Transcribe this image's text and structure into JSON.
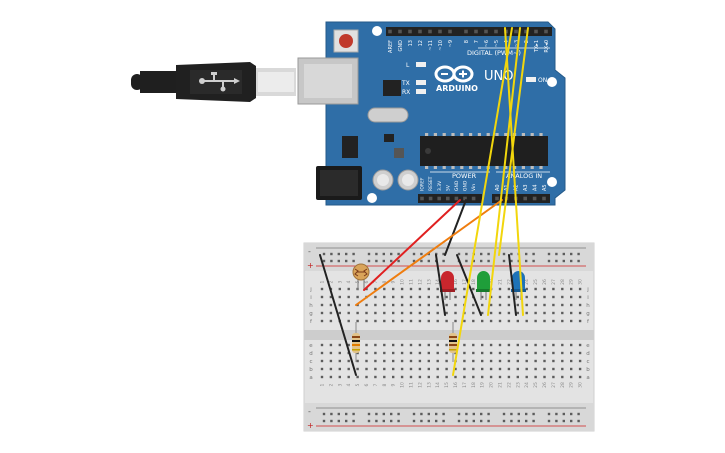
{
  "board": {
    "brand": "ARDUINO",
    "model": "UNO",
    "digital_label": "DIGITAL (PWM~)",
    "power_label": "POWER",
    "analog_label": "ANALOG IN",
    "on_label": "ON",
    "l_label": "L",
    "tx_label": "TX",
    "rx_label": "RX",
    "digital_pins": [
      "AREF",
      "GND",
      "13",
      "12",
      "~11",
      "~10",
      "~9",
      "8",
      "7",
      "~6",
      "~5",
      "4",
      "~3",
      "2",
      "TX▸1",
      "RX◂0"
    ],
    "power_pins": [
      "IOREF",
      "RESET",
      "3.3V",
      "5V",
      "GND",
      "GND",
      "Vin"
    ],
    "analog_pins": [
      "A0",
      "A1",
      "A2",
      "A3",
      "A4",
      "A5"
    ]
  },
  "breadboard": {
    "row_letters_top": [
      "j",
      "i",
      "h",
      "g",
      "f"
    ],
    "row_letters_bottom": [
      "e",
      "d",
      "c",
      "b",
      "a"
    ],
    "column_numbers": [
      "1",
      "2",
      "3",
      "4",
      "5",
      "6",
      "7",
      "8",
      "9",
      "10",
      "11",
      "12",
      "13",
      "14",
      "15",
      "16",
      "17",
      "18",
      "19",
      "20",
      "21",
      "22",
      "23",
      "24",
      "25",
      "26",
      "27",
      "28",
      "29",
      "30"
    ],
    "rail_minus": "-",
    "rail_plus": "+"
  },
  "components": {
    "leds": [
      {
        "name": "red-led",
        "color": "#c8262d"
      },
      {
        "name": "green-led",
        "color": "#1f9e3a"
      },
      {
        "name": "blue-led",
        "color": "#1e73b8"
      }
    ],
    "wire_colors": {
      "power": "#e02020",
      "analog": "#ef7d0f",
      "signal": "#f2d60c",
      "ground": "#222222"
    },
    "board_color": "#2f6ea7"
  }
}
